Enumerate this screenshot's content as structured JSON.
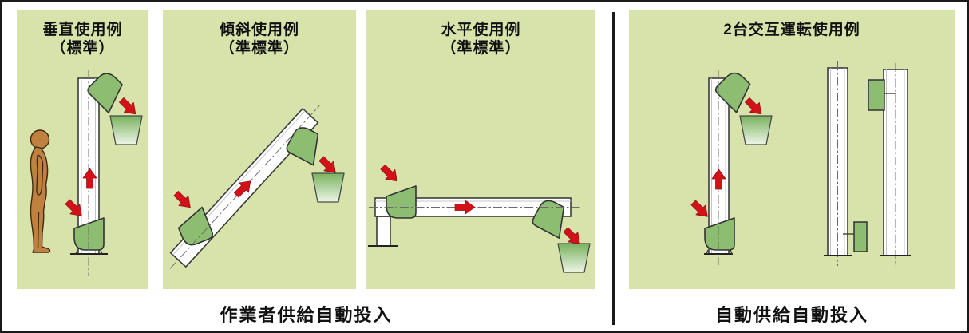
{
  "figure": {
    "type": "conveyor-usage-examples-diagram",
    "background": "#ffffff",
    "border_color": "#1a1a1a"
  },
  "panels": [
    {
      "title_line1": "垂直使用例",
      "title_line2": "（標準）"
    },
    {
      "title_line1": "傾斜使用例",
      "title_line2": "（準標準）"
    },
    {
      "title_line1": "水平使用例",
      "title_line2": "（準標準）"
    },
    {
      "title_line1": "2台交互運転使用例",
      "title_line2": ""
    }
  ],
  "captions": {
    "left": "作業者供給自動投入",
    "right": "自動供給自動投入"
  },
  "colors": {
    "panel_background": "#d8e3ac",
    "machine_green": "#8cbd71",
    "container_gradient_top": "#79b25e",
    "container_gradient_bottom": "#eef5e7",
    "arrow_red": "#d31118",
    "person_brown": "#c08140",
    "outline_dark": "#333333",
    "conveyor_white": "#ffffff",
    "divider_black": "#1a1a1a"
  },
  "icons": {
    "flow-arrow-icon": "red block arrow (material flow direction)",
    "hopper-icon": "green supply/discharge hopper",
    "container-icon": "green trapezoid receiving bin (gradient fill)",
    "conveyor-icon": "white conveyor column/tube with dash-dot centerline",
    "person-icon": "standing worker silhouette (side view)",
    "sensor-box-icon": "green control/sensor box attached to conveyor"
  }
}
